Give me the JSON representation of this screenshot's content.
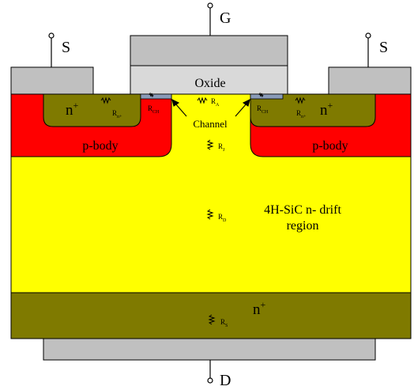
{
  "terminals": {
    "gate": "G",
    "source_left": "S",
    "source_right": "S",
    "drain": "D"
  },
  "regions": {
    "oxide": "Oxide",
    "channel": "Channel",
    "n_plus_left": "n",
    "n_plus_right": "n",
    "n_plus_bottom": "n",
    "plus_sign": "+",
    "p_body_left": "p-body",
    "p_body_right": "p-body",
    "drift_line1": "4H-SiC n- drift",
    "drift_line2": "region"
  },
  "resistors": {
    "r_n_left": {
      "main": "R",
      "sub": "n+"
    },
    "r_n_right": {
      "main": "R",
      "sub": "n+"
    },
    "r_ch_left": {
      "main": "R",
      "sub": "CH"
    },
    "r_ch_right": {
      "main": "R",
      "sub": "CH"
    },
    "r_a": {
      "main": "R",
      "sub": "A"
    },
    "r_j": {
      "main": "R",
      "sub": "J"
    },
    "r_d": {
      "main": "R",
      "sub": "D"
    },
    "r_s": {
      "main": "R",
      "sub": "S"
    }
  },
  "colors": {
    "metal": "#c0c0c0",
    "oxide": "#d9d9d9",
    "n_plus": "#7f7a00",
    "p_body": "#ff0000",
    "drift": "#ffff00",
    "channel_strip": "#8a9bb8",
    "outline": "#000000"
  }
}
